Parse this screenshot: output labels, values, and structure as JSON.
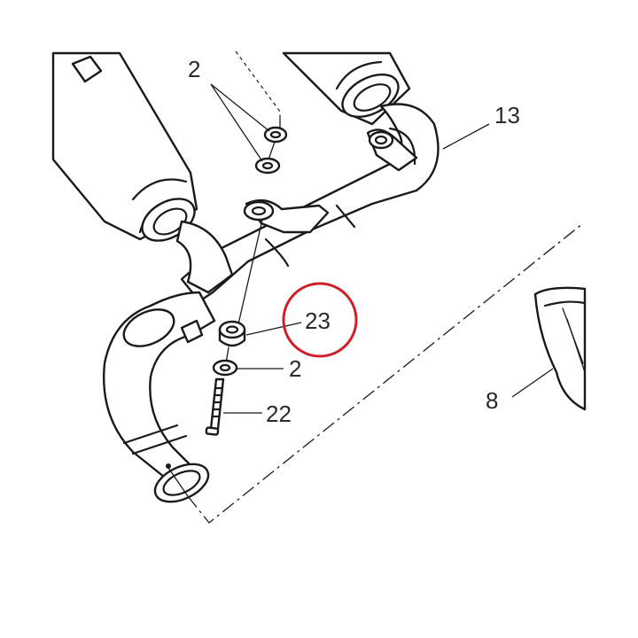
{
  "callouts": {
    "washer_top": "2",
    "pipe": "13",
    "grommet": "23",
    "washer_bottom": "2",
    "bolt": "22",
    "cover": "8"
  },
  "highlight": {
    "part": "23",
    "color": "#d0202a"
  }
}
